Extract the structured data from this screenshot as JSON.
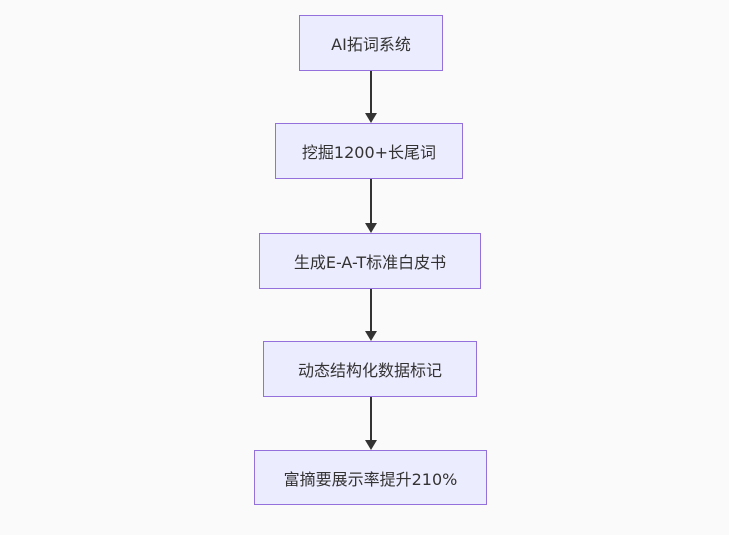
{
  "colors": {
    "background": "#fafafa",
    "node_fill": "#ECECFF",
    "node_border": "#9370DB",
    "edge": "#333333",
    "text": "#333333"
  },
  "flowchart": {
    "type": "vertical-flowchart",
    "nodes": [
      {
        "label": "AI拓词系统"
      },
      {
        "label": "挖掘1200+长尾词"
      },
      {
        "label": "生成E-A-T标准白皮书"
      },
      {
        "label": "动态结构化数据标记"
      },
      {
        "label": "富摘要展示率提升210%"
      }
    ],
    "edges": [
      {
        "from": "AI拓词系统",
        "to": "挖掘1200+长尾词"
      },
      {
        "from": "挖掘1200+长尾词",
        "to": "生成E-A-T标准白皮书"
      },
      {
        "from": "生成E-A-T标准白皮书",
        "to": "动态结构化数据标记"
      },
      {
        "from": "动态结构化数据标记",
        "to": "富摘要展示率提升210%"
      }
    ]
  }
}
